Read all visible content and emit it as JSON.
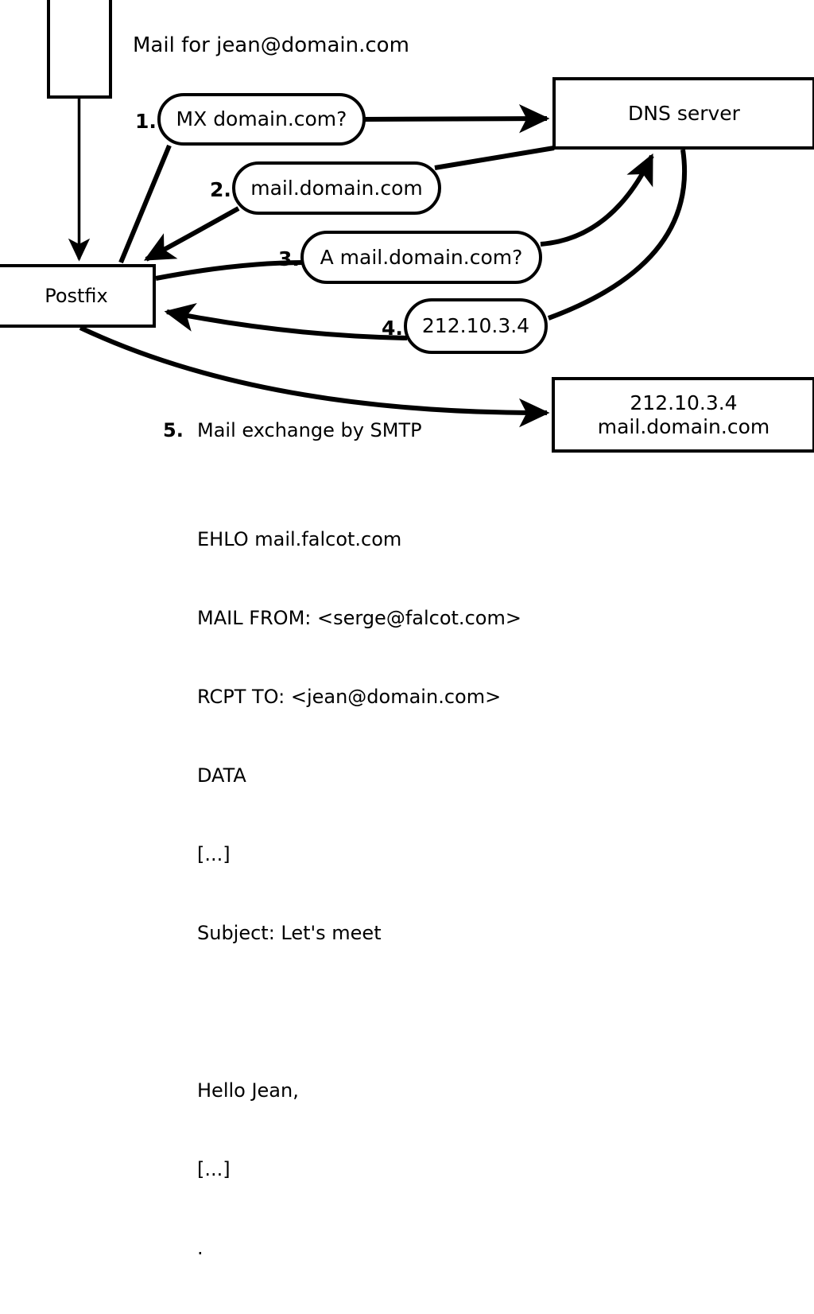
{
  "diagram": {
    "title": "Mail for jean@domain.com",
    "nodes": {
      "client_box": {
        "label": ""
      },
      "postfix": {
        "label": "Postfix"
      },
      "dns_server": {
        "label": "DNS server"
      },
      "mail_server": {
        "line1": "212.10.3.4",
        "line2": "mail.domain.com"
      }
    },
    "steps": [
      {
        "num": "1.",
        "label": "MX domain.com?"
      },
      {
        "num": "2.",
        "label": "mail.domain.com"
      },
      {
        "num": "3.",
        "label": "A mail.domain.com?"
      },
      {
        "num": "4.",
        "label": "212.10.3.4"
      }
    ],
    "smtp_step": {
      "num": "5.",
      "label": "Mail exchange by SMTP"
    },
    "transcript": [
      "EHLO mail.falcot.com",
      "MAIL FROM: <serge@falcot.com>",
      "RCPT TO: <jean@domain.com>",
      "DATA",
      "[...]",
      "Subject: Let's meet",
      "",
      "Hello Jean,",
      "[...]",
      "."
    ],
    "colors": {
      "stroke": "#000000",
      "fill": "#ffffff",
      "text": "#000000"
    }
  }
}
